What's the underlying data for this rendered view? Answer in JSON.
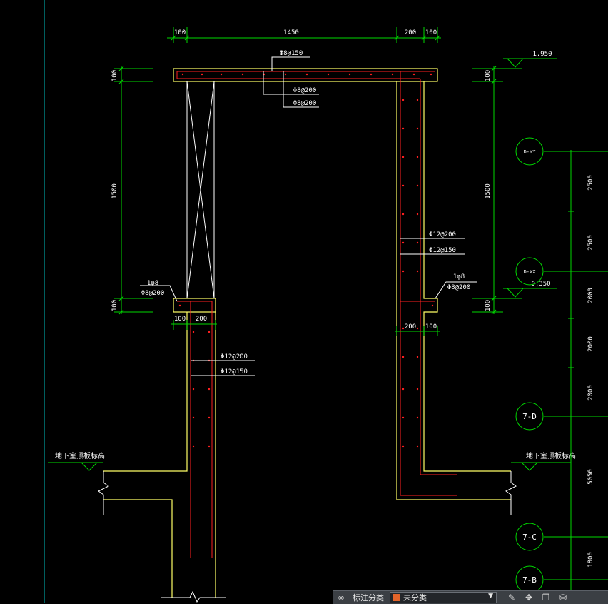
{
  "dimensions": {
    "top_left": "100",
    "top_span": "1450",
    "top_right_a": "200",
    "top_right_b": "100",
    "left_top_100": "100",
    "left_height": "1500",
    "left_bottom_100": "100",
    "right_top_100": "100",
    "right_height": "1500",
    "right_bottom_100": "100",
    "bottom_left_a": "100",
    "bottom_left_b": "200",
    "bottom_right_a": "200",
    "bottom_right_b": "100",
    "grid_spacing_1": "2500",
    "grid_spacing_2": "2500",
    "grid_spacing_3": "2000",
    "grid_spacing_4": "2000",
    "grid_spacing_5": "2000",
    "grid_spacing_6": "5050",
    "grid_spacing_7": "1800"
  },
  "rebar_labels": {
    "top_slab_a": "Φ8@150",
    "top_slab_b": "Φ8@200",
    "top_slab_c": "Φ8@200",
    "left_lintel_a": "1φ8",
    "left_lintel_b": "Φ8@200",
    "right_lintel_a": "1φ8",
    "right_lintel_b": "Φ8@200",
    "right_wall_a": "Φ12@200",
    "right_wall_b": "Φ12@150",
    "left_wall_a": "Φ12@200",
    "left_wall_b": "Φ12@150"
  },
  "elevations": {
    "top": "1.950",
    "lower": "0.350",
    "left_basement": "地下室顶板标高",
    "right_basement": "地下室顶板标高"
  },
  "grid_axes": [
    "D-YY",
    "D-XX",
    "7-D",
    "7-C",
    "7-B"
  ],
  "toolbar": {
    "label": "标注分类",
    "selected": "未分类"
  },
  "colors": {
    "outline": "#ffff66",
    "rebar": "#ff2020",
    "dimension": "#00d800",
    "text": "#ffffff",
    "leader": "#ffffff",
    "frame": "#00cccc"
  }
}
